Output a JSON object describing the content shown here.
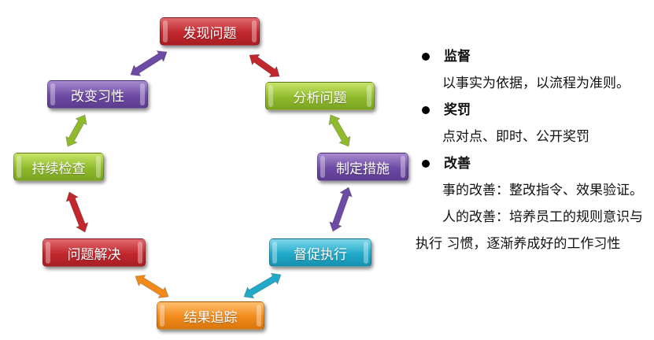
{
  "diagram": {
    "nodes": {
      "discover": "发现问题",
      "analyze": "分析问题",
      "measures": "制定措施",
      "supervise": "督促执行",
      "track": "结果追踪",
      "solve": "问题解决",
      "check": "持续检查",
      "habit": "改变习性"
    },
    "colors": {
      "red": "#c1272d",
      "green": "#8fba2c",
      "purple": "#6d4aa3",
      "cyan": "#21a9c9",
      "orange": "#f28a1a"
    }
  },
  "notes": {
    "supervision": {
      "title": "监督",
      "text": "以事实为依据，以流程为准则。"
    },
    "reward": {
      "title": "奖罚",
      "text": "点对点、即时、公开奖罚"
    },
    "improvement": {
      "title": "改善",
      "matter": "事的改善：整改指令、效果验证。",
      "person": "人的改善：培养员工的规则意识与执行 习惯，逐渐养成好的工作习性"
    }
  }
}
